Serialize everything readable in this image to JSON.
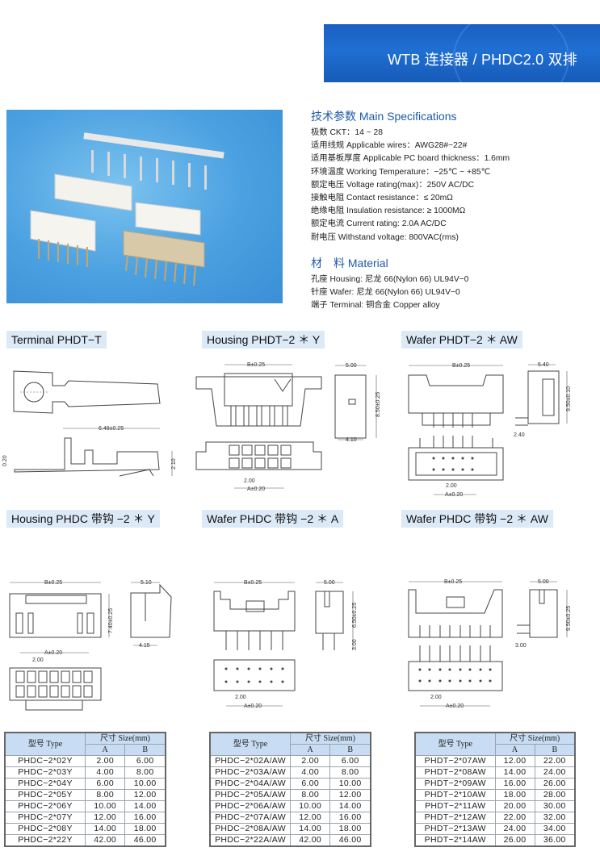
{
  "header": {
    "title": "WTB 连接器 / PHDC2.0 双排",
    "accent": "#1f6fd3"
  },
  "specs": {
    "title": "技术参数 Main Specifications",
    "items": [
      "极数 CKT：14 ~ 28",
      "适用线规 Applicable wires：AWG28#~22#",
      "适用基板厚度 Applicable PC board thickness：1.6mm",
      "环境温度 Working Temperature：−25℃ ~ +85℃",
      "额定电压 Voltage rating(max)：250V AC/DC",
      "接触电阻 Contact resistance：≤ 20mΩ",
      "绝缘电阻 Insulation resistance: ≥ 1000MΩ",
      "额定电流 Current rating: 2.0A AC/DC",
      "耐电压 Withstand voltage: 800VAC(rms)"
    ]
  },
  "material": {
    "title": "材　料 Material",
    "items": [
      "孔座 Housing: 尼龙 66(Nylon 66) UL94V−0",
      "针座 Wafer: 尼龙 66(Nylon 66) UL94V−0",
      "端子 Terminal: 铜合金 Copper alloy"
    ]
  },
  "sections": [
    {
      "label": "Terminal PHDT−T",
      "dims": [
        "6.48±0.25",
        "0.20",
        "2.10"
      ]
    },
    {
      "label": "Housing PHDT−2 ＊ Y",
      "dims": [
        "B±0.25",
        "5.00",
        "8.50±0.25",
        "4.10",
        "2.00",
        "A±0.20"
      ]
    },
    {
      "label": "Wafer PHDT−2 ＊ AW",
      "dims": [
        "B±0.25",
        "5.40",
        "9.50±0.10",
        "2.40",
        "2.00",
        "A±0.20"
      ]
    },
    {
      "label": "Housing PHDC 带钩 −2 ＊ Y",
      "dims": [
        "B±0.25",
        "5.10",
        "7.40±0.25",
        "4.15",
        "A±0.20",
        "2.00"
      ]
    },
    {
      "label": "Wafer PHDC 带钩 −2 ＊ A",
      "dims": [
        "B±0.25",
        "5.00",
        "6.50±0.25",
        "3.00",
        "2.00",
        "A±0.20"
      ]
    },
    {
      "label": "Wafer PHDC 带钩 −2 ＊ AW",
      "dims": [
        "B±0.25",
        "5.00",
        "9.50±0.25",
        "3.00",
        "2.00",
        "A±0.20"
      ]
    }
  ],
  "table_header": {
    "type": "型号 Type",
    "size": "尺寸 Size(mm)",
    "a": "A",
    "b": "B"
  },
  "tables": [
    {
      "rows": [
        [
          "PHDC−2*02Y",
          "2.00",
          "6.00"
        ],
        [
          "PHDC−2*03Y",
          "4.00",
          "8.00"
        ],
        [
          "PHDC−2*04Y",
          "6.00",
          "10.00"
        ],
        [
          "PHDC−2*05Y",
          "8.00",
          "12.00"
        ],
        [
          "PHDC−2*06Y",
          "10.00",
          "14.00"
        ],
        [
          "PHDC−2*07Y",
          "12.00",
          "16.00"
        ],
        [
          "PHDC−2*08Y",
          "14.00",
          "18.00"
        ],
        [
          "PHDC−2*22Y",
          "42.00",
          "46.00"
        ]
      ]
    },
    {
      "rows": [
        [
          "PHDC−2*02A/AW",
          "2.00",
          "6.00"
        ],
        [
          "PHDC−2*03A/AW",
          "4.00",
          "8.00"
        ],
        [
          "PHDC−2*04A/AW",
          "6.00",
          "10.00"
        ],
        [
          "PHDC−2*05A/AW",
          "8.00",
          "12.00"
        ],
        [
          "PHDC−2*06A/AW",
          "10.00",
          "14.00"
        ],
        [
          "PHDC−2*07A/AW",
          "12.00",
          "16.00"
        ],
        [
          "PHDC−2*08A/AW",
          "14.00",
          "18.00"
        ],
        [
          "PHDC−2*22A/AW",
          "42.00",
          "46.00"
        ]
      ]
    },
    {
      "rows": [
        [
          "PHDT−2*07AW",
          "12.00",
          "22.00"
        ],
        [
          "PHDT−2*08AW",
          "14.00",
          "24.00"
        ],
        [
          "PHDT−2*09AW",
          "16.00",
          "26.00"
        ],
        [
          "PHDT−2*10AW",
          "18.00",
          "28.00"
        ],
        [
          "PHDT−2*11AW",
          "20.00",
          "30.00"
        ],
        [
          "PHDT−2*12AW",
          "22.00",
          "32.00"
        ],
        [
          "PHDT−2*13AW",
          "24.00",
          "34.00"
        ],
        [
          "PHDT−2*14AW",
          "26.00",
          "36.00"
        ]
      ]
    }
  ]
}
